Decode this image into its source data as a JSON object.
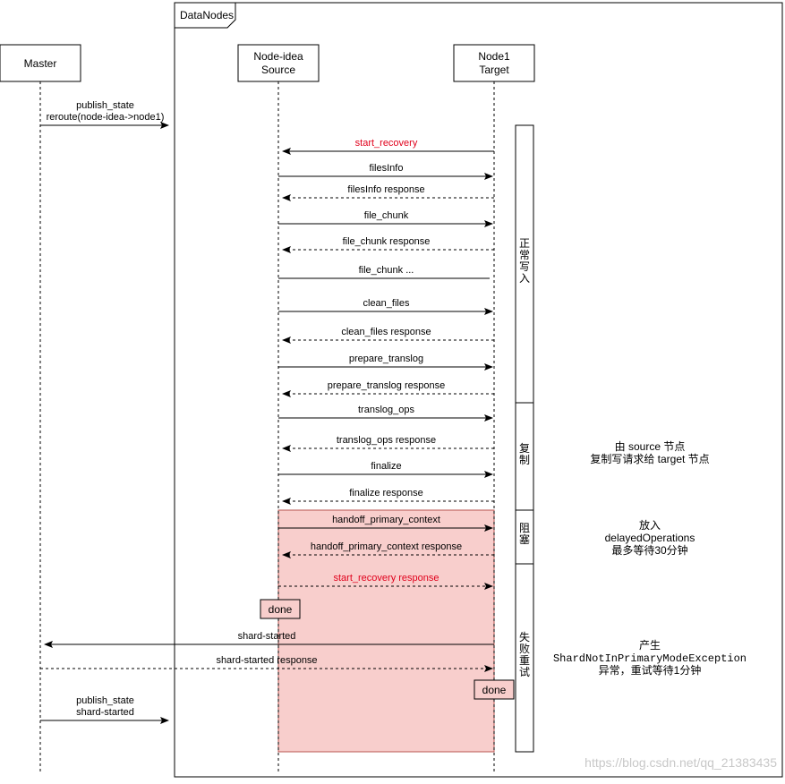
{
  "frame": {
    "label": "DataNodes"
  },
  "participants": {
    "master": {
      "line1": "Master",
      "line2": ""
    },
    "source": {
      "line1": "Node-idea",
      "line2": "Source"
    },
    "target": {
      "line1": "Node1",
      "line2": "Target"
    }
  },
  "messages": [
    {
      "id": "publish-reroute",
      "from": "master",
      "to": "datanodes",
      "style": "solid",
      "lines": [
        "publish_state",
        "reroute(node-idea->node1)"
      ],
      "color": "#000000"
    },
    {
      "id": "start-recovery",
      "from": "target",
      "to": "source",
      "style": "solid",
      "lines": [
        "start_recovery"
      ],
      "color": "#e0001b"
    },
    {
      "id": "filesinfo",
      "from": "source",
      "to": "target",
      "style": "solid",
      "lines": [
        "filesInfo"
      ],
      "color": "#000000"
    },
    {
      "id": "filesinfo-response",
      "from": "target",
      "to": "source",
      "style": "dashed",
      "lines": [
        "filesInfo response"
      ],
      "color": "#000000"
    },
    {
      "id": "file-chunk",
      "from": "source",
      "to": "target",
      "style": "solid",
      "lines": [
        "file_chunk"
      ],
      "color": "#000000"
    },
    {
      "id": "file-chunk-response",
      "from": "target",
      "to": "source",
      "style": "dashed",
      "lines": [
        "file_chunk response"
      ],
      "color": "#000000"
    },
    {
      "id": "file-chunk-more",
      "from": "source",
      "to": "target",
      "style": "plain",
      "lines": [
        "file_chunk  ..."
      ],
      "color": "#000000"
    },
    {
      "id": "clean-files",
      "from": "source",
      "to": "target",
      "style": "solid",
      "lines": [
        "clean_files"
      ],
      "color": "#000000"
    },
    {
      "id": "clean-files-response",
      "from": "target",
      "to": "source",
      "style": "dashed",
      "lines": [
        "clean_files response"
      ],
      "color": "#000000"
    },
    {
      "id": "prepare-translog",
      "from": "source",
      "to": "target",
      "style": "solid",
      "lines": [
        "prepare_translog"
      ],
      "color": "#000000"
    },
    {
      "id": "prepare-translog-response",
      "from": "target",
      "to": "source",
      "style": "dashed",
      "lines": [
        "prepare_translog response"
      ],
      "color": "#000000"
    },
    {
      "id": "translog-ops",
      "from": "source",
      "to": "target",
      "style": "solid",
      "lines": [
        "translog_ops"
      ],
      "color": "#000000"
    },
    {
      "id": "translog-ops-response",
      "from": "target",
      "to": "source",
      "style": "dashed",
      "lines": [
        "translog_ops response"
      ],
      "color": "#000000"
    },
    {
      "id": "finalize",
      "from": "source",
      "to": "target",
      "style": "solid",
      "lines": [
        "finalize"
      ],
      "color": "#000000"
    },
    {
      "id": "finalize-response",
      "from": "target",
      "to": "source",
      "style": "dashed",
      "lines": [
        "finalize response"
      ],
      "color": "#000000"
    },
    {
      "id": "handoff-primary-context",
      "from": "source",
      "to": "target",
      "style": "solid",
      "lines": [
        "handoff_primary_context"
      ],
      "color": "#000000"
    },
    {
      "id": "handoff-primary-context-response",
      "from": "target",
      "to": "source",
      "style": "dashed",
      "lines": [
        "handoff_primary_context response"
      ],
      "color": "#000000"
    },
    {
      "id": "start-recovery-response",
      "from": "source",
      "to": "target",
      "style": "dashed",
      "lines": [
        "start_recovery response"
      ],
      "color": "#e0001b"
    },
    {
      "id": "shard-started",
      "from": "target",
      "to": "master",
      "style": "solid",
      "lines": [
        "shard-started"
      ],
      "color": "#000000"
    },
    {
      "id": "shard-started-response",
      "from": "master",
      "to": "target",
      "style": "dashed",
      "lines": [
        "shard-started response"
      ],
      "color": "#000000"
    },
    {
      "id": "publish-shard-started",
      "from": "master",
      "to": "datanodes",
      "style": "solid",
      "lines": [
        "publish_state",
        "shard-started"
      ],
      "color": "#000000"
    }
  ],
  "done_labels": {
    "source": "done",
    "target": "done"
  },
  "phases": [
    {
      "id": "normal-write",
      "label": "正常写入",
      "note": []
    },
    {
      "id": "replicate",
      "label": "复制",
      "note": [
        "由 source 节点",
        "复制写请求给 target 节点"
      ]
    },
    {
      "id": "block",
      "label": "阻塞",
      "note": [
        "放入",
        "delayedOperations",
        "最多等待30分钟"
      ]
    },
    {
      "id": "fail-retry",
      "label": "失败重试",
      "note": [
        "产生",
        "ShardNotInPrimaryModeException",
        "异常，重试等待1分钟"
      ]
    }
  ],
  "watermark": "https://blog.csdn.net/qq_21383435",
  "colors": {
    "line": "#000000",
    "highlight_fill": "#f8cecc",
    "highlight_stroke": "#b85450",
    "red_text": "#e0001b",
    "watermark": "#c8c8c8"
  }
}
